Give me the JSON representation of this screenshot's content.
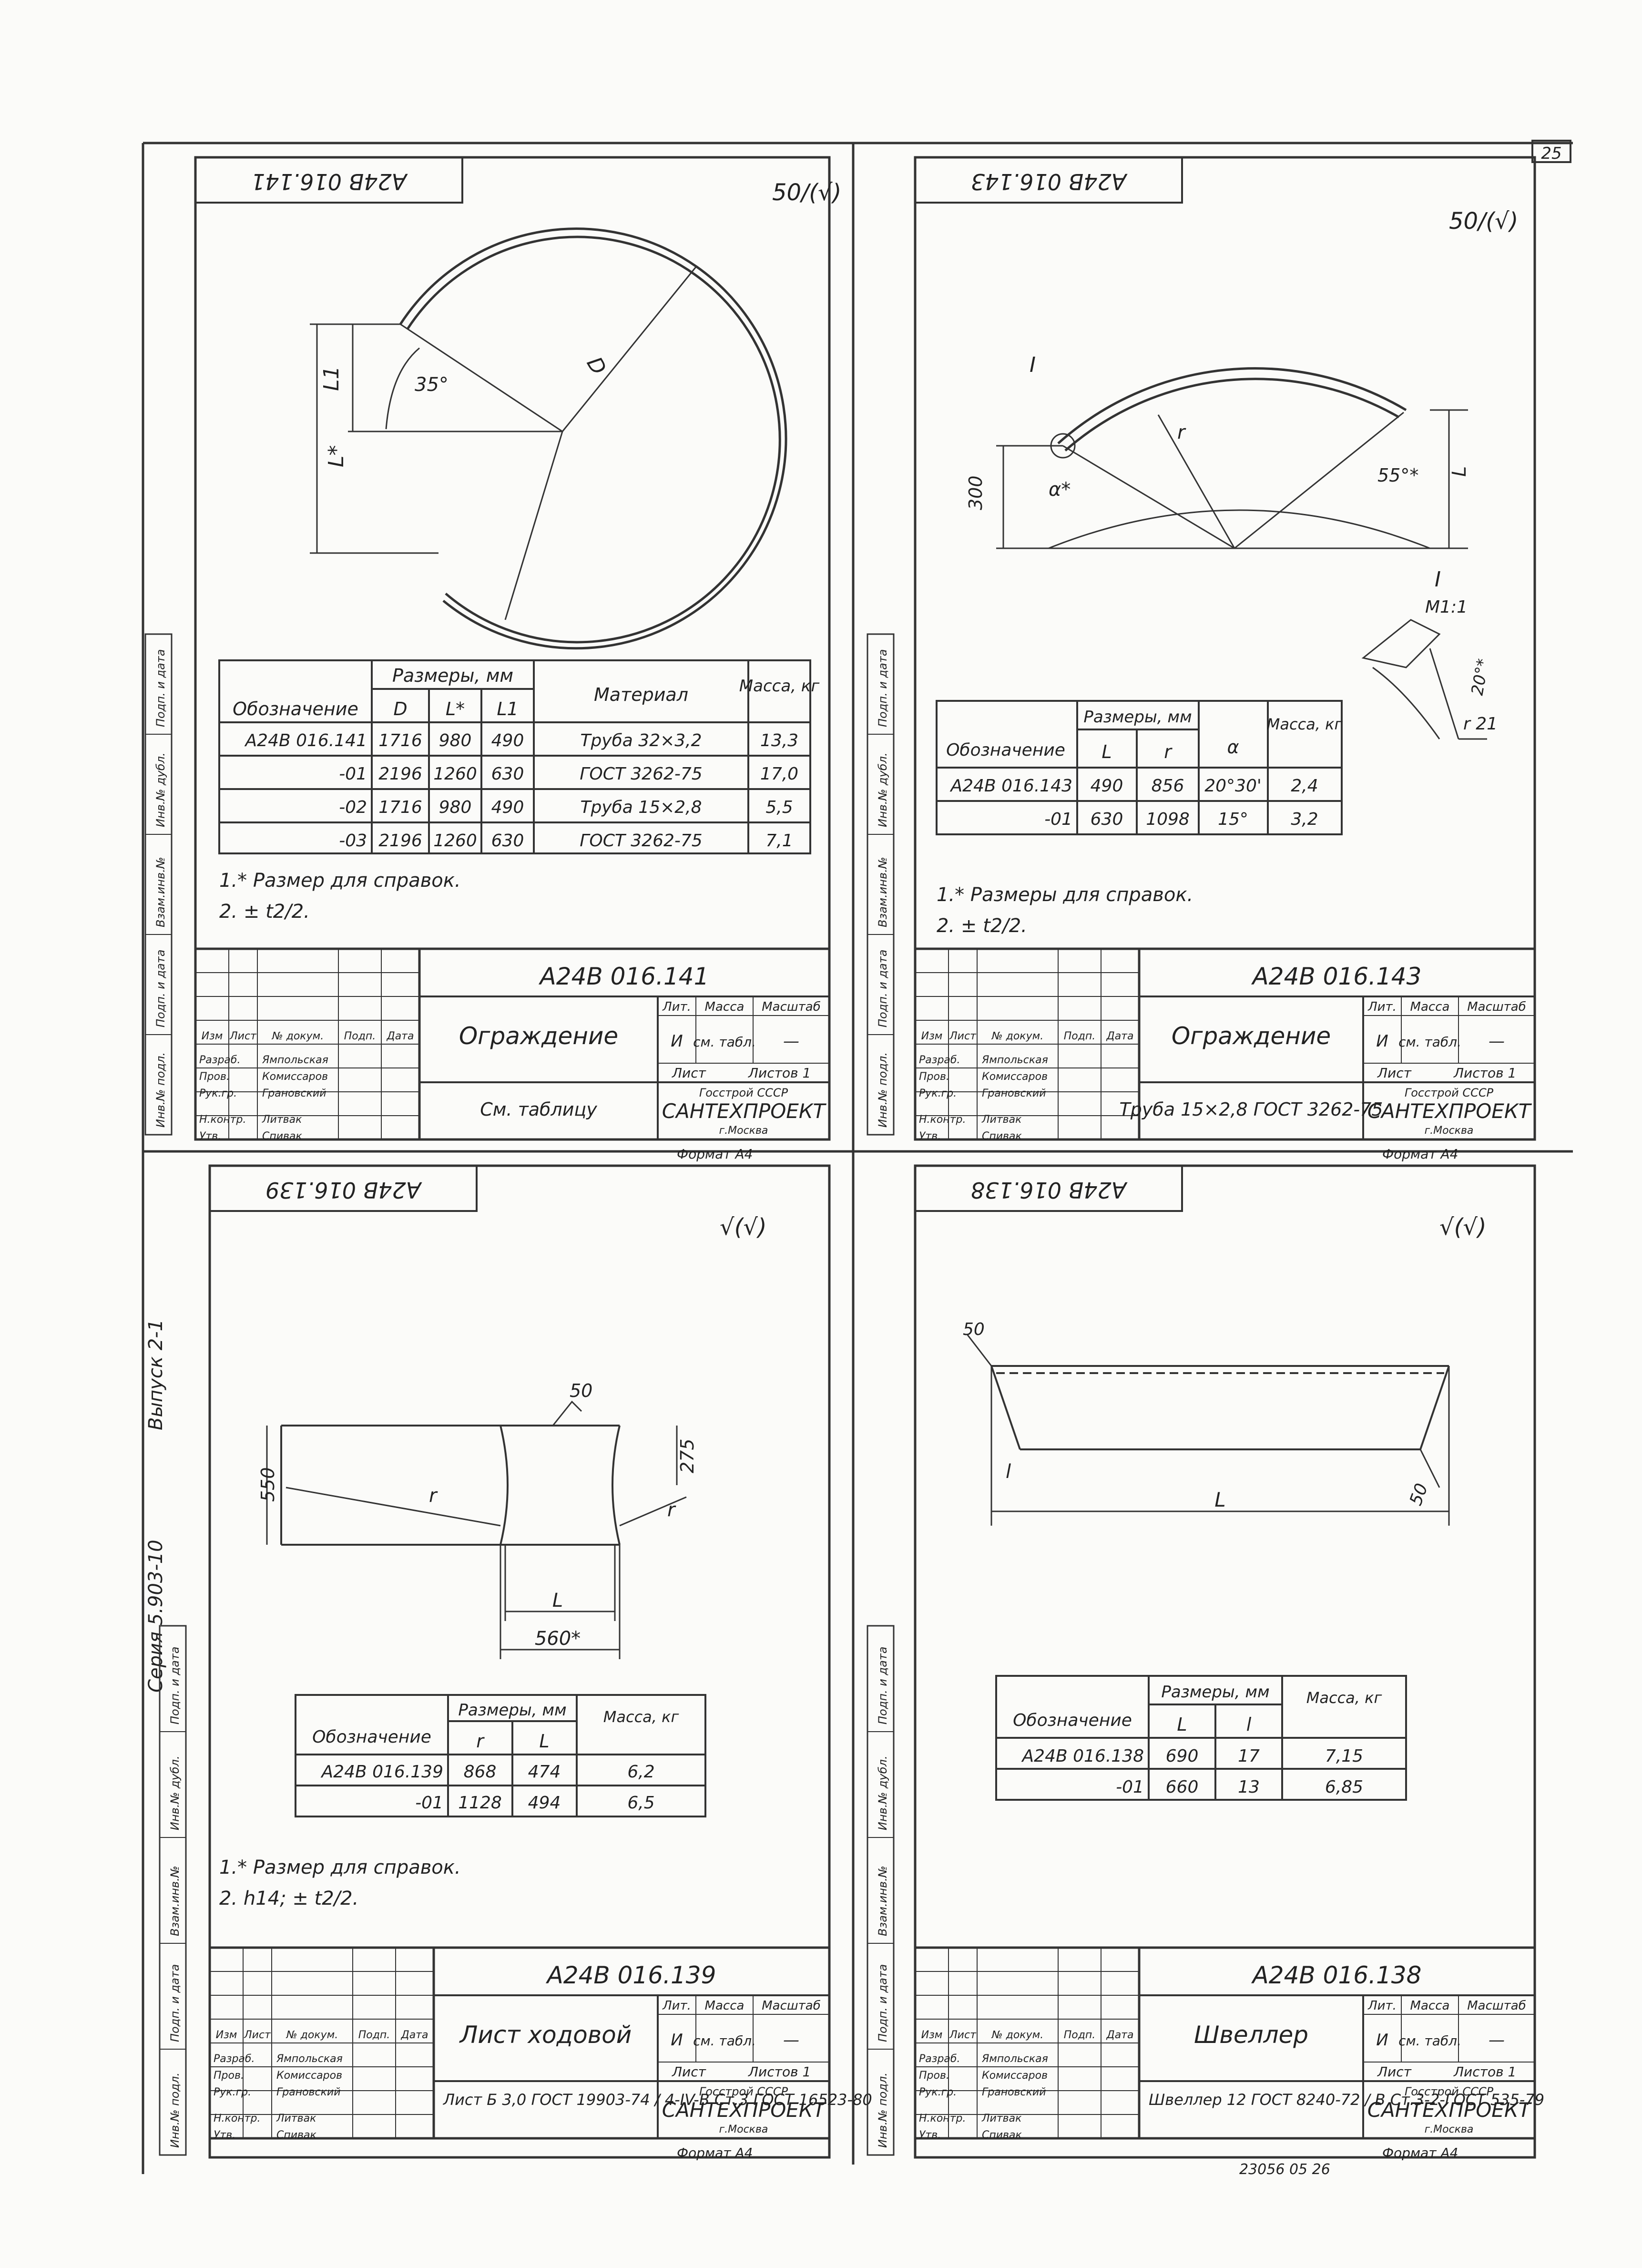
{
  "page_number": "25",
  "series": "Серия 5.903-10",
  "issue": "Выпуск 2-1",
  "footer_code": "23056 05 26",
  "stamp_cols": {
    "izm": "Изм",
    "list": "Лист",
    "doc": "№ докум.",
    "podp": "Подп.",
    "data": "Дата",
    "razrab": "Разраб.",
    "prov": "Пров.",
    "ruk": "Рук.гр.",
    "nkontr": "Н.контр.",
    "utv": "Утв.",
    "razrab_name": "Ямпольская",
    "prov_name": "Комиссаров",
    "ruk_name": "Грановский",
    "nkontr_name": "Литвак",
    "utv_name": "Спивак",
    "lit": "Лит.",
    "massa": "Масса",
    "masshtab": "Масштаб",
    "massa_val": "см. табл.",
    "list_lbl": "Лист",
    "listov": "Листов 1",
    "org1": "Госстрой СССР",
    "org2": "САНТЕХПРОЕКТ",
    "org3": "г.Москва",
    "format": "Формат А4",
    "lit_val": "И",
    "dash": "—"
  },
  "side_labels": [
    "Инв.№ подл.",
    "Подп. и дата",
    "Взам.инв.№",
    "Инв.№ дубл.",
    "Подп. и дата"
  ],
  "sheets": [
    {
      "id": "A24B016.141",
      "code_mirror": "А24В 016.141",
      "roughness": "50/(√)",
      "title": "А24В 016.141",
      "name": "Ограждение",
      "material": "См. таблицу",
      "table": {
        "h_designation": "Обозначение",
        "h_sizes": "Размеры, мм",
        "h_mass": "Масса, кг",
        "h_material": "Материал",
        "cols": [
          "D",
          "L*",
          "L1"
        ],
        "rows": [
          [
            "А24В 016.141",
            "1716",
            "980",
            "490",
            "Труба 32×3,2",
            "13,3"
          ],
          [
            "-01",
            "2196",
            "1260",
            "630",
            "ГОСТ 3262-75",
            "17,0"
          ],
          [
            "-02",
            "1716",
            "980",
            "490",
            "Труба 15×2,8",
            "5,5"
          ],
          [
            "-03",
            "2196",
            "1260",
            "630",
            "ГОСТ 3262-75",
            "7,1"
          ]
        ]
      },
      "notes": [
        "1.* Размер для справок.",
        "2. ± t2/2."
      ],
      "dims": {
        "angle": "35°",
        "L": "L*",
        "L1": "L1",
        "D": "D"
      }
    },
    {
      "id": "A24B016.143",
      "code_mirror": "А24В 016.143",
      "roughness": "50/(√)",
      "title": "А24В 016.143",
      "name": "Ограждение",
      "material": "Труба 15×2,8 ГОСТ 3262-75",
      "table": {
        "h_designation": "Обозначение",
        "h_sizes": "Размеры, мм",
        "h_mass": "Масса, кг",
        "cols": [
          "L",
          "r",
          "α"
        ],
        "rows": [
          [
            "А24В 016.143",
            "490",
            "856",
            "20°30'",
            "2,4"
          ],
          [
            "-01",
            "630",
            "1098",
            "15°",
            "3,2"
          ]
        ]
      },
      "notes": [
        "1.* Размеры для справок.",
        "2. ± t2/2."
      ],
      "dims": {
        "d": "300",
        "angle": "55°*",
        "I": "I",
        "scale": "М1:1",
        "r21": "r 21",
        "deg20": "20°*",
        "alpha": "α*",
        "r": "r",
        "L": "L"
      }
    },
    {
      "id": "A24B016.139",
      "code_mirror": "А24В 016.139",
      "roughness": "√(√)",
      "title": "А24В 016.139",
      "name": "Лист ходовой",
      "material": "Лист Б 3,0 ГОСТ 19903-74 / 4-IV-В Ст.3 ГОСТ 16523-80",
      "table": {
        "h_designation": "Обозначение",
        "h_sizes": "Размеры, мм",
        "h_mass": "Масса, кг",
        "cols": [
          "r",
          "L"
        ],
        "rows": [
          [
            "А24В 016.139",
            "868",
            "474",
            "6,2"
          ],
          [
            "-01",
            "1128",
            "494",
            "6,5"
          ]
        ]
      },
      "notes": [
        "1.* Размер для справок.",
        "2. h14; ± t2/2."
      ],
      "dims": {
        "h": "550",
        "h2": "275",
        "w": "560*",
        "L": "L",
        "r": "r",
        "rough": "50"
      }
    },
    {
      "id": "A24B016.138",
      "code_mirror": "А24В 016.138",
      "roughness": "√(√)",
      "title": "А24В 016.138",
      "name": "Швеллер",
      "material": "Швеллер 12 ГОСТ 8240-72 / В Ст.3-2-ГОСТ 535-79",
      "table": {
        "h_designation": "Обозначение",
        "h_sizes": "Размеры, мм",
        "h_mass": "Масса, кг",
        "cols": [
          "L",
          "l"
        ],
        "rows": [
          [
            "А24В 016.138",
            "690",
            "17",
            "7,15"
          ],
          [
            "-01",
            "660",
            "13",
            "6,85"
          ]
        ]
      },
      "notes": [],
      "dims": {
        "L": "L",
        "l": "l",
        "a1": "50",
        "a2": "50"
      }
    }
  ]
}
